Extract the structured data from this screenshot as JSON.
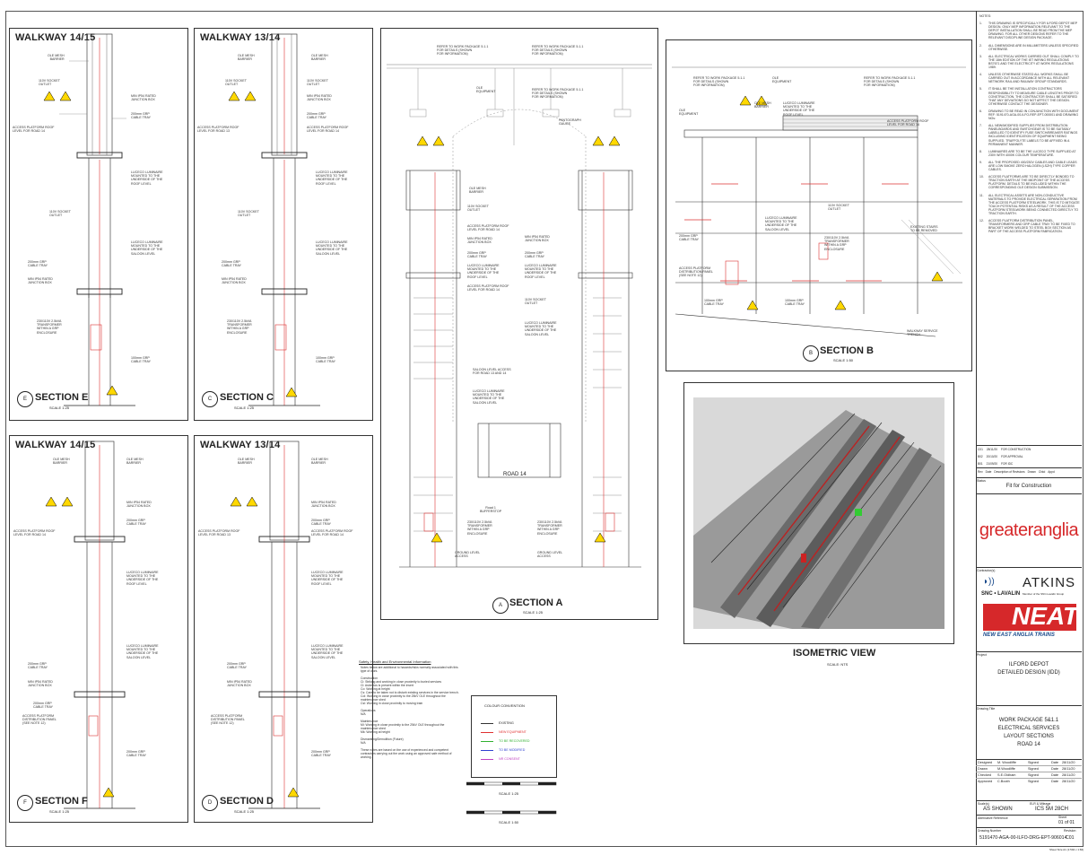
{
  "walkway_e": {
    "title": "WALKWAY 14/15",
    "section_id": "E",
    "section_title": "SECTION E",
    "scale": "SCALE 1:25"
  },
  "walkway_c": {
    "title": "WALKWAY 13/14",
    "section_id": "C",
    "section_title": "SECTION C",
    "scale": "SCALE 1:25"
  },
  "walkway_f": {
    "title": "WALKWAY 14/15",
    "section_id": "F",
    "section_title": "SECTION F",
    "scale": "SCALE 1:25"
  },
  "walkway_d": {
    "title": "WALKWAY 13/14",
    "section_id": "D",
    "section_title": "SECTION D",
    "scale": "SCALE 1:25"
  },
  "section_a": {
    "id": "A",
    "title": "SECTION A",
    "scale": "SCALE 1:25",
    "road": "ROAD 14",
    "buffer": "Road 1\nBUFFERSTOP"
  },
  "section_b": {
    "id": "B",
    "title": "SECTION B",
    "scale": "SCALE 1:50"
  },
  "isometric": {
    "title": "ISOMETRIC VIEW",
    "scale": "SCALE: NTS"
  },
  "labels": {
    "ole_mesh": "OLE MESH\nBARRIER",
    "socket": "110V SOCKET\nOUTLET",
    "junction": "MIN IP54 RATED\nJUNCTION BOX",
    "tray200": "200mm GRP\nCABLE TRAY",
    "tray100": "100mm GRP\nCABLE TRAY",
    "roof_road14": "ACCESS PLATFORM ROOF\nLEVEL FOR ROAD 14",
    "roof_road13": "ACCESS PLATFORM ROOF\nLEVEL FOR ROAD 13",
    "luceco_roof": "LUCECO LUMINAIRE\nMOUNTED TO THE\nUNDERSIDE OF THE\nROOF LEVEL",
    "luceco_saloon": "LUCECO LUMINAIRE\nMOUNTED TO THE\nUNDERSIDE OF THE\nSALOON LEVEL",
    "transformer": "230/110V 2.5kVA\nTRANSFORMER\nWITHIN A GRP\nENCLOSURE",
    "ground": "GROUND LEVEL\nACCESS",
    "refer": "REFER TO WORK PACKAGE 5.1.1\nFOR DETAILS (SHOWN\nFOR INFORMATION)",
    "ole_equip": "OLE\nEQUIPMENT",
    "pantograph": "PANTOGRAPH\nGAUGE",
    "saloon_access": "SALOON LEVEL ACCESS\nFOR ROAD 13 AND 14",
    "stairs": "EXISTING STAIRS\nTO BE REMOVED",
    "walkway_trench": "WALKWAY SERVICE\nTRENCH",
    "dist_panel": "ACCESS PLATFORM\nDISTRIBUTION PANEL\n(SEE NOTE 12)"
  },
  "hazard": {
    "co": "Co, Csl",
    "mw": "Mi, Mk",
    "ccol": "Ci, Col"
  },
  "notes": {
    "heading": "NOTES:",
    "items": [
      {
        "n": "1.",
        "t": "THIS DRAWING IS SPECIFICALLY FOR ILFORD DEPOT MEP DESIGN. ONLY MEP INFORMATION RELEVANT TO THE DEPOT INSTALLATION SHALL BE READ FROM THE MEP DRAWING. FOR ALL OTHER DESIGNS REFER TO THE RELEVANT DISCIPLINE DESIGN PACKAGE."
      },
      {
        "n": "2.",
        "t": "ALL DIMENSIONS ARE IN MILLIMETERS UNLESS SPECIFIED OTHERWISE."
      },
      {
        "n": "3.",
        "t": "ALL ELECTRICAL WORKS CARRIED OUT SHALL COMPLY TO THE 18th EDITION OF THE IET WIRING REGULATIONS BS7671 AND THE ELECTRICITY AT WORK REGULATIONS 1989."
      },
      {
        "n": "4.",
        "t": "UNLESS OTHERWISE STATED ALL WORKS SHALL BE CARRIED OUT IN ACCORDANCE WITH ALL RELEVANT NETWORK RAIL AND RAILWAY GROUP STANDARDS."
      },
      {
        "n": "5.",
        "t": "IT SHALL BE THE INSTALLATION CONTRACTORS RESPONSIBILITY TO MEASURE CABLE LENGTHS PRIOR TO CONSTRUCTION. THE CONTRACTOR SHALL BE SATISFIED THAT ANY DEVIATIONS DO NOT AFFECT THE DESIGN. OTHERWISE CONTACT THE DESIGNER."
      },
      {
        "n": "6.",
        "t": "DRAWING TO BE READ IN CONJUNCTION WITH DOCUMENT REF: 5191470-AGA-00-ILFO-REP-EPT-000001 AND DRAWING NOs:"
      },
      {
        "n": "7.",
        "t": "ALL NEW/MODIFIED SUPPLIES FROM DISTRIBUTION PANELBOARDS AND SWITCHGEAR IS TO BE SUITABLY LABELLED TO IDENTIFY FUSE SWITCH/BREAKER RATINGS INCLUDING IDENTIFICATION OF EQUIPMENT BEING SUPPLIED. TRAFFOLYTE LABELS TO BE AFFIXED IN A PERMANENT MANNER."
      },
      {
        "n": "8.",
        "t": "LUMINAIRES ARE TO BE THE LUCECO TYPE SUPPLIED AT 230V WITH 4000K COLOUR TEMPERATURE."
      },
      {
        "n": "9.",
        "t": "ALL THE PROPOSED 400/230V CABLES AND CABLE LEADS ARE LOW SMOKE ZERO HALOGEN (LSZH) TYPE COPPER CABLES."
      },
      {
        "n": "10.",
        "t": "ACCESS PLATFORMS ARE TO BE DIRECTLY BONDED TO TRACTION EARTH AT THE MIDPOINT OF THE ACCESS PLATFORM. DETAILS TO BE INCLUDED WITHIN THE CORRESPONDING OLE DESIGN SUBMISSION."
      },
      {
        "n": "11.",
        "t": "ALL ELECTRICAL ASSETS ARE NON-CONDUCTIVE MATERIALS TO PROVIDE ELECTRICAL SEPARATION FROM THE ACCESS PLATFORM STEELWORK. THIS IS TO MITIGATE TOUCH POTENTIAL RISKS AS A RESULT OF THE ACCESS PLATFORM STEELWORK BEING CONNECTED DIRECTLY TO TRACTION EARTH."
      },
      {
        "n": "12.",
        "t": "ACCESS PLATFORM DISTRIBUTION PANEL, TRANSFORMERS AND GRP CABLE TRAY TO BE FIXED TO BRACKET WORK WELDED TO STEEL BOX SECTION AS PART OF THE ACCESS PLATFORM FABRICATION."
      }
    ]
  },
  "title_block": {
    "status_label": "Status",
    "status": "Fit for Construction",
    "client": "greateranglia",
    "contractors_label": "Contractor(s)",
    "atkins": "ATKINS",
    "snc": "SNC • LAVALIN",
    "snc_sub": "Member of the SNC-Lavalin Group",
    "neat": "NEAT",
    "neat_sub": "NEW EAST ANGLIA TRAINS",
    "project_label": "Project",
    "project": "ILFORD DEPOT\nDETAILED DESIGN (IDD)",
    "drawing_title_label": "Drawing Title",
    "drawing_title": "WORK PACKAGE 5&1.1\nELECTRICAL SERVICES\nLAYOUT SECTIONS\nROAD 14",
    "rows": [
      {
        "role": "Designed",
        "name": "M. Woodliffe",
        "signed": "Signed",
        "date_label": "Date",
        "date": "28/11/20"
      },
      {
        "role": "Drawn",
        "name": "M.Woodliffe",
        "signed": "Signed",
        "date_label": "Date",
        "date": "28/11/20"
      },
      {
        "role": "Checked",
        "name": "S.E.Oldham",
        "signed": "Signed",
        "date_label": "Date",
        "date": "28/11/20"
      },
      {
        "role": "Approved",
        "name": "C.Booth",
        "signed": "Signed",
        "date_label": "Date",
        "date": "28/11/20"
      }
    ],
    "scale_label": "Scale(s)",
    "scale": "AS SHOWN",
    "elr_label": "ELR & Mileage",
    "elr": "ICS 5M 28CH",
    "alt_ref_label": "Alternative Reference",
    "sheet_label": "Sheet",
    "sheet": "01 of 01",
    "drawing_number_label": "Drawing Number",
    "drawing_number": "5191470-AGA-00-ILFO-DRG-EPT-906014",
    "revision_label": "Revision",
    "revision": "C01",
    "rev_header": [
      "Rev",
      "Date",
      "Description of Revisions",
      "Drawn",
      "Chkd",
      "Appd"
    ],
    "revs": [
      {
        "rev": "C01",
        "date": "28/11/20",
        "desc": "FOR CONSTRUCTION"
      },
      {
        "rev": "B02",
        "date": "20/10/20",
        "desc": "FOR APPROVAL"
      },
      {
        "rev": "B01",
        "date": "21/09/20",
        "desc": "FOR IDC"
      }
    ]
  },
  "hse": {
    "heading": "Safety, Health and Environmental Information",
    "text": "Notes below are additional to hazards/risks normally associated with this type of work.\n\nConstruction\nCi: Striking and working in close proximity to buried services\nCl: Asbestos is present within the invert\nCo: Working at height\nCs: Care to be taken not to disturb existing services in the service trench.\nCol: Working in close proximity to the 25kV OLE throughout the maintenance shed\nCsl: Working in close proximity to moving train\n\nOperations\nN/A\n\nMaintenance\nMi: Working in close proximity to the 25kV OLE throughout the maintenance shed\nMk: Working at height\n\nDismantling/Demolition (Future)\nN/A\n\nThese notes are based on the use of experienced and competent contractors carrying out the work using an approved safe method of working."
  },
  "legend": {
    "title": "COLOUR CONVENTION",
    "items": [
      {
        "label": "EXISTING",
        "color": "#333333"
      },
      {
        "label": "NEW EQUIPMENT",
        "color": "#e03030"
      },
      {
        "label": "TO BE RECOVERED",
        "color": "#30b030"
      },
      {
        "label": "TO BE MODIFIED",
        "color": "#3040d0"
      },
      {
        "label": "NR CONSENT",
        "color": "#c040c0"
      }
    ]
  },
  "scale_bars": {
    "s25": "SCALE 1:25",
    "s50": "SCALE 1:50"
  },
  "footer_code": "Sheet Size A1 (1:594 x 1:84)"
}
